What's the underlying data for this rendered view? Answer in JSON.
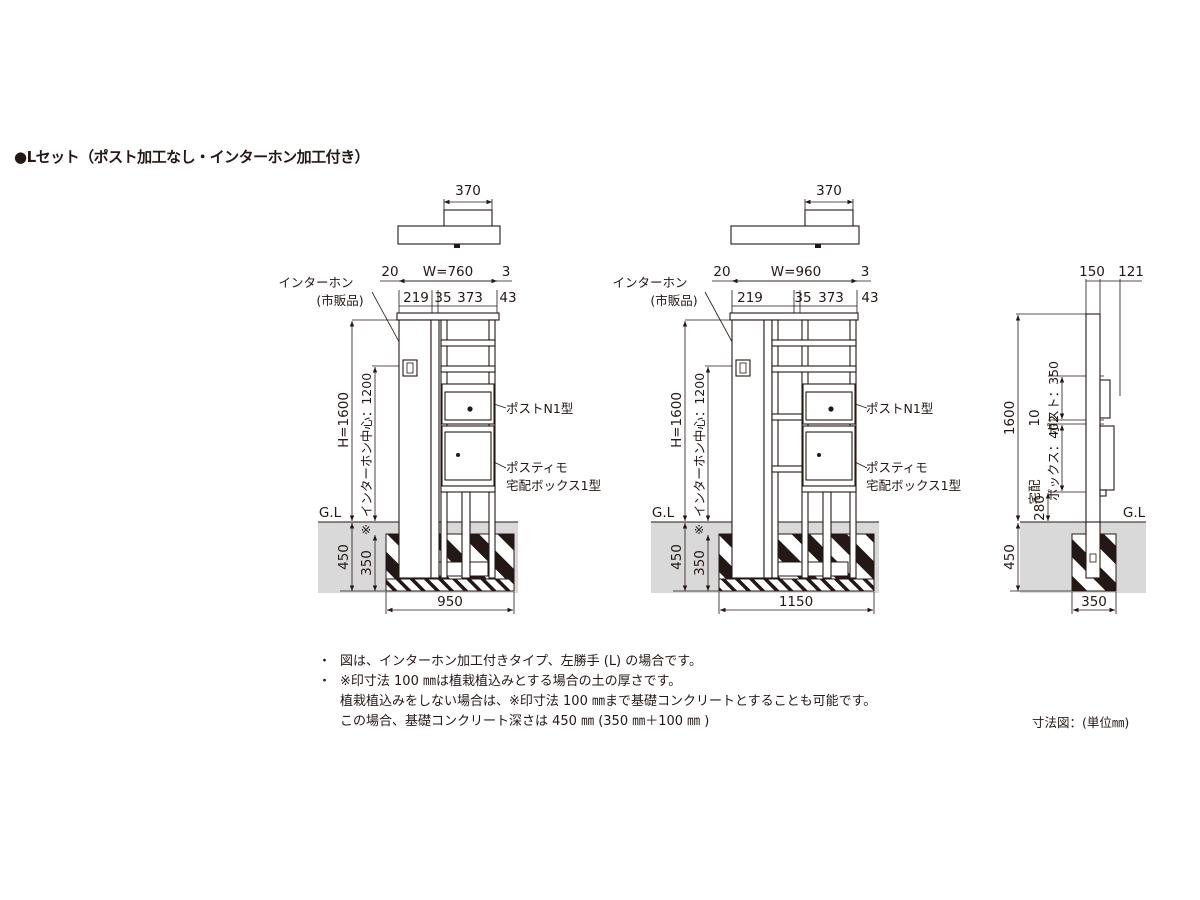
{
  "title": "●Lセット（ポスト加工なし・インターホン加工付き）",
  "elevations": [
    {
      "top_width": "370",
      "intercom_label": "インターホン",
      "intercom_sub": "(市販品)",
      "w_left": "20",
      "w_label": "W=760",
      "w_right": "3",
      "sub_dims": [
        "219",
        "35",
        "373",
        "43"
      ],
      "h_label": "H=1600",
      "intercom_center": "インターホン中心：1200",
      "gl": "G.L",
      "mark": "※",
      "depth_total": "450",
      "depth_found": "350",
      "post_label": "ポストN1型",
      "box_label_1": "ポスティモ",
      "box_label_2": "宅配ボックス1型",
      "base_width": "950"
    },
    {
      "top_width": "370",
      "intercom_label": "インターホン",
      "intercom_sub": "(市販品)",
      "w_left": "20",
      "w_label": "W=960",
      "w_right": "3",
      "sub_dims": [
        "219",
        "35",
        "373",
        "43"
      ],
      "h_label": "H=1600",
      "intercom_center": "インターホン中心：1200",
      "gl": "G.L",
      "mark": "※",
      "depth_total": "450",
      "depth_found": "350",
      "post_label": "ポストN1型",
      "box_label_1": "ポスティモ",
      "box_label_2": "宅配ボックス1型",
      "base_width": "1150"
    }
  ],
  "side": {
    "top_left": "150",
    "top_right": "121",
    "height": "1600",
    "d10": "10",
    "box_word": "宅配",
    "box_dims": "ボックス：402",
    "post_dims": "ポスト：350",
    "d280": "280",
    "gl": "G.L",
    "depth": "450",
    "base": "350"
  },
  "notes": [
    {
      "bullet": "・",
      "text": "図は、インターホン加工付きタイプ、左勝手 (L) の場合です。"
    },
    {
      "bullet": "・",
      "text": "※印寸法 100 ㎜は植栽植込みとする場合の土の厚さです。"
    },
    {
      "bullet": "",
      "text": "植栽植込みをしない場合は、※印寸法 100 ㎜まで基礎コンクリートとすることも可能です。"
    },
    {
      "bullet": "",
      "text": "この場合、基礎コンクリート深さは 450 ㎜ (350 ㎜＋100 ㎜ )"
    }
  ],
  "unit": "寸法図：(単位㎜)"
}
